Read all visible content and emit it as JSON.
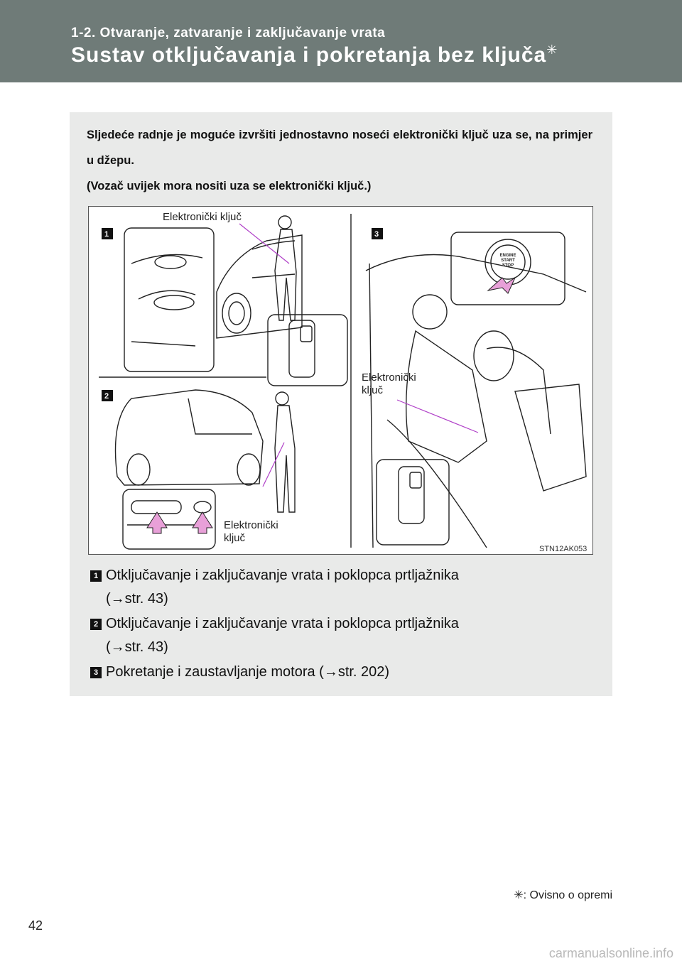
{
  "header": {
    "section": "1-2. Otvaranje, zatvaranje i zaključavanje vrata",
    "title": "Sustav otključavanja i pokretanja bez ključa",
    "title_mark": "✳"
  },
  "intro": {
    "line1": "Sljedeće radnje je moguće izvršiti jednostavno noseći elektronički ključ uza se, na primjer u džepu.",
    "line2": "(Vozač uvijek mora nositi uza se elektronički ključ.)"
  },
  "illustration": {
    "label_top": "Elektronički ključ",
    "label_right": "Elektronički\nključ",
    "label_bottom": "Elektronički\nključ",
    "badge1": "1",
    "badge2": "2",
    "badge3": "3",
    "button_line1": "ENGINE",
    "button_line2": "START",
    "button_line3": "STOP",
    "code": "STN12AK053",
    "arrow_color": "#e8a0d8",
    "line_color": "#b040c8"
  },
  "list": [
    {
      "num": "1",
      "text": "Otključavanje i zaključavanje vrata i poklopca prtljažnika",
      "ref": "(→str. 43)"
    },
    {
      "num": "2",
      "text": "Otključavanje i zaključavanje vrata i poklopca prtljažnika",
      "ref": "(→str. 43)"
    },
    {
      "num": "3",
      "text": "Pokretanje i zaustavljanje motora (→str. 202)",
      "ref": ""
    }
  ],
  "footnote": "✳: Ovisno o opremi",
  "page_number": "42",
  "watermark": "carmanualsonline.info"
}
